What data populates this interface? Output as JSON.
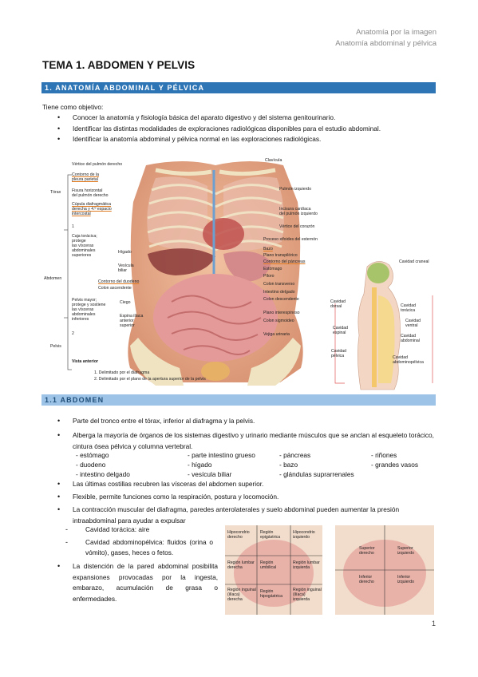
{
  "header": {
    "line1": "Anatomía por la imagen",
    "line2": "Anatomía abdominal y pélvica"
  },
  "title": "TEMA 1. ABDOMEN Y PELVIS",
  "section1": {
    "heading": "1. ANATOMÍA ABDOMINAL Y PÉLVICA",
    "intro": "Tiene como objetivo:",
    "bullets": [
      "Conocer la anatomía y fisiología básica del aparato digestivo y del sistema genitourinario.",
      "Identificar las distintas modalidades de exploraciones radiológicas disponibles para el estudio abdominal.",
      "Identificar la anatomía abdominal y pélvica normal en las exploraciones radiológicas."
    ]
  },
  "figure1": {
    "left_labels": {
      "vertice": "Vértice del pulmón derecho",
      "contorno": "Contorno de la\npleura parietal",
      "torax": "Tórax",
      "fisura": "Fisura horizontal\ndel pulmón derecho",
      "cupula": "Cúpula diafragmática\nderecha y 4.º espacio\nintercostal",
      "caja": "Caja torácica;\nprotege\nlas vísceras\nabdominales\nsuperiores",
      "abdomen": "Abdomen",
      "higado": "Hígado",
      "vesicula": "Vesícula\nbiliar",
      "duodeno": "Contorno del duodeno",
      "colon_asc": "Colon ascendente",
      "pelvis_mayor": "Pelvis mayor;\nprotege y sostiene\nlas vísceras\nabdominales\ninferiores",
      "ciego": "Ciego",
      "espina": "Espina ilíaca\nanterior\nsuperior",
      "pelvis": "Pelvis",
      "vista": "Vista anterior",
      "n1": "1",
      "n2": "2"
    },
    "right_labels": [
      "Clavícula",
      "Pulmón izquierdo",
      "Incisura cardíaca\ndel pulmón izquierdo",
      "Vértice del corazón",
      "Proceso xifoides del esternón",
      "Bazo",
      "Plano transpilórico",
      "Contorno del páncreas",
      "Estómago",
      "Píloro",
      "Colon transverso",
      "Intestino delgado",
      "Colon descendente",
      "Plano interespinoso",
      "Colon sigmoideo",
      "Vejiga urinaria"
    ],
    "footnotes": [
      "1. Delimitado por el diafragma",
      "2. Delimitado por el plano de la apertura superior de la pelvis"
    ]
  },
  "figure2": {
    "labels": [
      "Cavidad craneal",
      "Cavidad\ndorsal",
      "Cavidad\ntorácica",
      "Cavidad\nventral",
      "Cavidad\nespinal",
      "Cavidad\nabdominal",
      "Cavidad\npélvica",
      "Cavidad\nabdominopélvica"
    ]
  },
  "section2": {
    "heading": "1.1 ABDOMEN",
    "b1": "Parte del tronco entre el tórax, inferior al diafragma y la pelvis.",
    "b2": "Alberga la mayoría de órganos de los sistemas digestivo y urinario mediante músculos que se anclan al esqueleto torácico, cintura ósea pélvica y columna vertebral.",
    "organs": [
      [
        "- estómago",
        "- parte intestino grueso",
        "- páncreas",
        "- riñones"
      ],
      [
        "- duodeno",
        "- hígado",
        "- bazo",
        "- grandes vasos"
      ],
      [
        "- intestino delgado",
        "- vesícula biliar",
        "- glándulas suprarrenales",
        ""
      ]
    ],
    "b3": "Las últimas costillas recubren las vísceras del abdomen superior.",
    "b4": "Flexible, permite funciones como la respiración, postura y locomoción.",
    "b5": "La contracción muscular del diafragma, paredes anterolaterales y suelo abdominal pueden aumentar la presión intraabdominal para ayudar a expulsar",
    "sub1": "Cavidad torácica: aire",
    "sub2": "Cavidad abdominopélvica: fluidos (orina o vómito), gases, heces o fetos.",
    "b6": "La distención de la pared abdominal posibilita expansiones provocadas por la ingesta, embarazo, acumulación de grasa o enfermedades."
  },
  "figure3": {
    "regions": [
      "Hipocondrio\nderecho",
      "Región\nepigástrica",
      "Hipocondrio\nizquierdo",
      "Región lumbar\nderecha",
      "Región\numbilical",
      "Región lumbar\nizquierda",
      "Región inguinal\n(ilíaca)\nderecha",
      "Región\nhipogástrica",
      "Región inguinal\n(ilíaca)\nizquierda"
    ],
    "quadrants": [
      "Superior\nderecho",
      "Superior\nizquierdo",
      "Inferior\nderecho",
      "Inferior\nizquierdo"
    ]
  },
  "page_number": "1"
}
